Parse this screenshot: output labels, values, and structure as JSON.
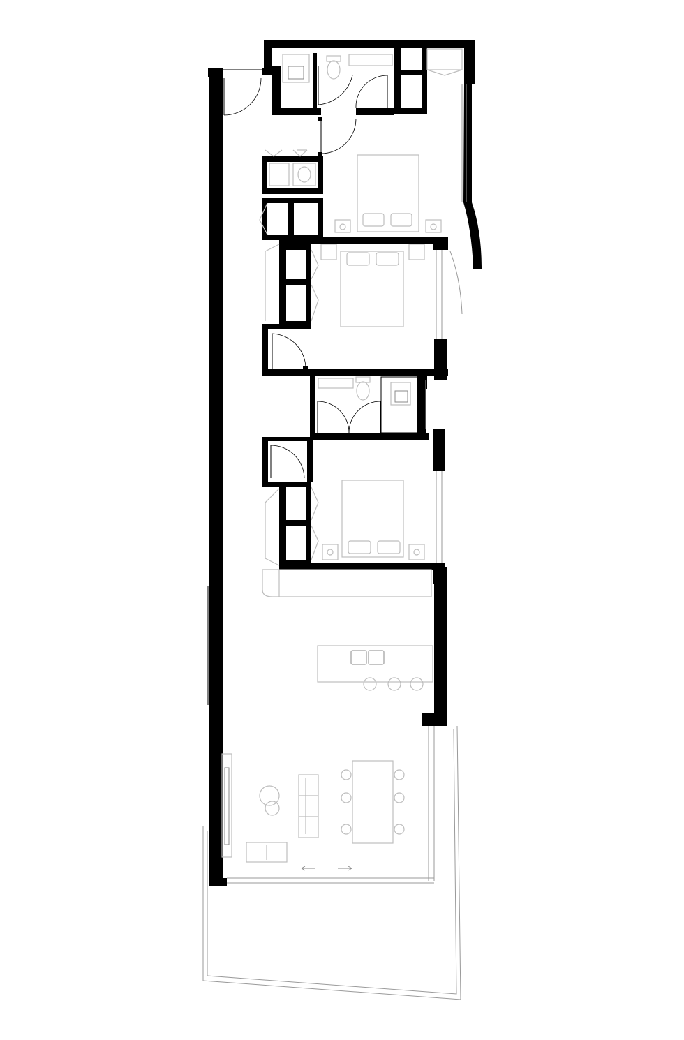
{
  "floor_plan": {
    "colors": {
      "walls": "#000000",
      "furniture": "#bdbdbd",
      "glazing": "#9a9a9a",
      "background": "#ffffff"
    },
    "rooms": [
      "bathroom",
      "wardrobe",
      "master-bedroom",
      "bedroom-2",
      "ensuite",
      "bedroom-3",
      "kitchen",
      "living-dining",
      "balcony"
    ],
    "annotations": [
      "sliding-door-arrows"
    ]
  }
}
